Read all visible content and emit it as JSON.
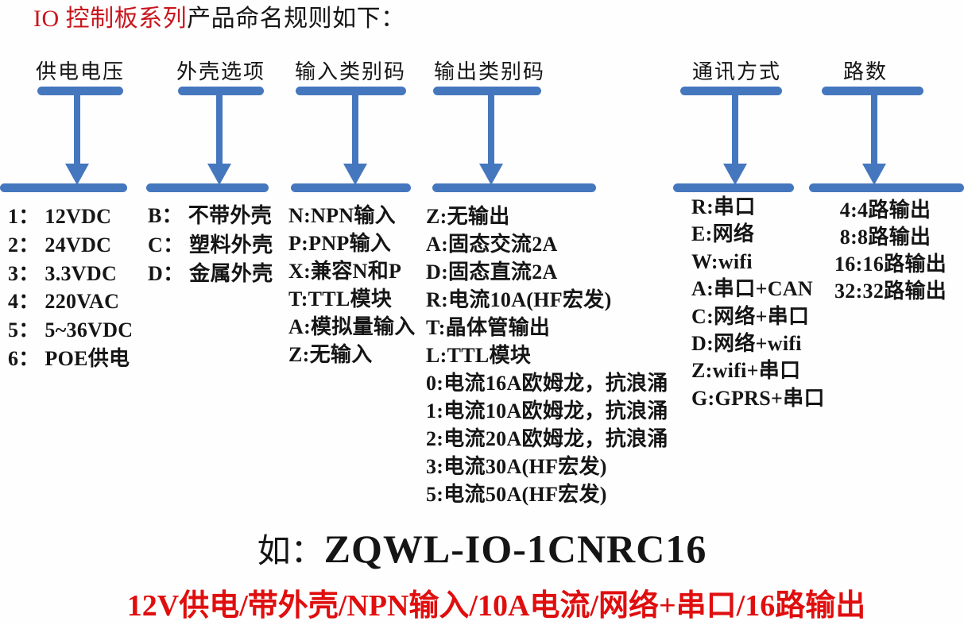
{
  "title": {
    "highlight": "IO 控制板系列",
    "rest": "产品命名规则如下："
  },
  "columns": [
    {
      "header": "供电电压",
      "items": [
        "1： 12VDC",
        "2： 24VDC",
        "3： 3.3VDC",
        "4： 220VAC",
        "5： 5~36VDC",
        "6： POE供电"
      ]
    },
    {
      "header": "外壳选项",
      "items": [
        "B： 不带外壳",
        "C： 塑料外壳",
        "D： 金属外壳"
      ]
    },
    {
      "header": "输入类别码",
      "items": [
        "N:NPN输入",
        "P:PNP输入",
        "X:兼容N和P",
        "T:TTL模块",
        "A:模拟量输入",
        "Z:无输入"
      ]
    },
    {
      "header": "输出类别码",
      "items": [
        "Z:无输出",
        "A:固态交流2A",
        "D:固态直流2A",
        "R:电流10A(HF宏发)",
        "T:晶体管输出",
        "L:TTL模块",
        "0:电流16A欧姆龙，抗浪涌",
        "1:电流10A欧姆龙，抗浪涌",
        "2:电流20A欧姆龙，抗浪涌",
        "3:电流30A(HF宏发)",
        "5:电流50A(HF宏发)"
      ]
    },
    {
      "header": "通讯方式",
      "items": [
        "R:串口",
        "E:网络",
        "W:wifi",
        "A:串口+CAN",
        "C:网络+串口",
        "D:网络+wifi",
        "Z:wifi+串口",
        "G:GPRS+串口"
      ]
    },
    {
      "header": "路数",
      "items": [
        " 4:4路输出",
        " 8:8路输出",
        "16:16路输出",
        "32:32路输出"
      ]
    }
  ],
  "example": {
    "prefix": "如：",
    "model": "ZQWL-IO-1CNRC16",
    "breakdown": "12V供电/带外壳/NPN输入/10A电流/网络+串口/16路输出"
  },
  "colors": {
    "arrow_blue": "#4577BE",
    "title_red": "#C8161D",
    "breakdown_red": "#E00E0E"
  }
}
